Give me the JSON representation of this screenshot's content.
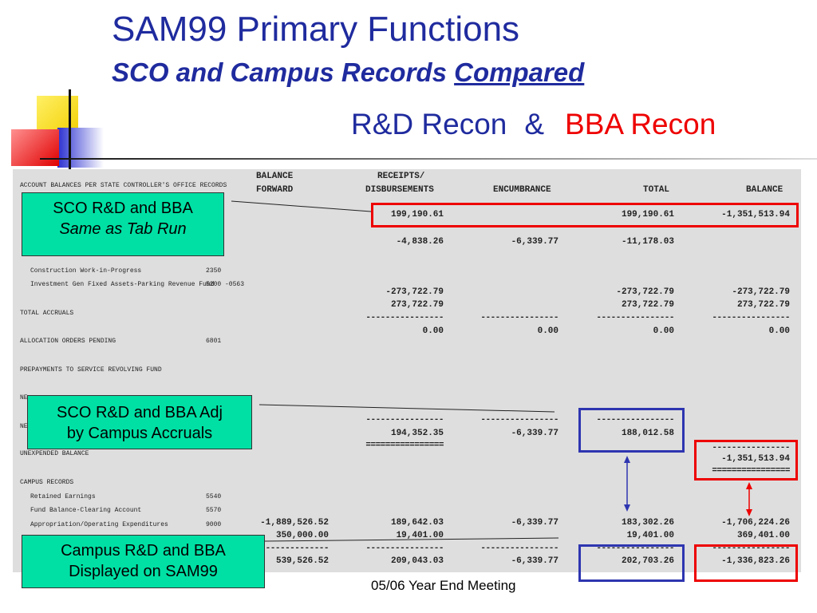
{
  "slide": {
    "title": "SAM99 Primary Functions",
    "subtitle_a": "SCO and Campus Records ",
    "subtitle_b": "Compared",
    "recon_rd": "R&D Recon",
    "recon_amp": "&",
    "recon_bba": "BBA Recon",
    "footer": "05/06 Year End Meeting"
  },
  "colors": {
    "title": "#1f2b9e",
    "accent_red": "#ee0000",
    "callout_bg": "#00e0a4",
    "report_bg": "#dedede"
  },
  "callouts": {
    "c1_line1": "SCO R&D and BBA",
    "c1_line2": "Same as Tab Run",
    "c2_line1": "SCO R&D and BBA Adj",
    "c2_line2": "by Campus Accruals",
    "c3_line1": "Campus R&D and BBA",
    "c3_line2": "Displayed on SAM99"
  },
  "report": {
    "headers": {
      "balance_forward_1": "BALANCE",
      "balance_forward_2": "FORWARD",
      "receipts_1": "RECEIPTS/",
      "receipts_2": "DISBURSEMENTS",
      "encumbrance": "ENCUMBRANCE",
      "total": "TOTAL",
      "balance": "BALANCE"
    },
    "labels": {
      "account_balances": "ACCOUNT BALANCES PER STATE CONTROLLER'S OFFICE RECORDS",
      "construction": "Construction Work-in-Progress",
      "construction_code": "2350",
      "investment": "Investment Gen Fixed Assets-Parking Revenue Fund",
      "investment_code": "5200 -0563",
      "total_accruals": "TOTAL ACCRUALS",
      "allocation": "ALLOCATION ORDERS PENDING",
      "allocation_code": "6801",
      "prepayments": "PREPAYMENTS TO SERVICE REVOLVING FUND",
      "ne_1": "NE",
      "ne_2": "NE",
      "unexpended": "UNEXPENDED BALANCE",
      "campus_records": "CAMPUS RECORDS",
      "retained": "Retained Earnings",
      "retained_code": "5540",
      "fund_balance": "Fund Balance-Clearing Account",
      "fund_balance_code": "5570",
      "appropriation": "Appropriation/Operating Expenditures",
      "appropriation_code": "9000"
    },
    "values": {
      "r1_receipts": "199,190.61",
      "r1_total": "199,190.61",
      "r1_balance": "-1,351,513.94",
      "r2_receipts": "-4,838.26",
      "r2_encumbrance": "-6,339.77",
      "r2_total": "-11,178.03",
      "r3_receipts": "-273,722.79",
      "r3_total": "-273,722.79",
      "r3_balance": "-273,722.79",
      "r4_receipts": "273,722.79",
      "r4_total": "273,722.79",
      "r4_balance": "273,722.79",
      "r5_receipts": "0.00",
      "r5_encumbrance": "0.00",
      "r5_total": "0.00",
      "r5_balance": "0.00",
      "r6_receipts": "194,352.35",
      "r6_encumbrance": "-6,339.77",
      "r6_total": "188,012.58",
      "r7_balance": "-1,351,513.94",
      "r8_forward": "-1,889,526.52",
      "r8_receipts": "189,642.03",
      "r8_encumbrance": "-6,339.77",
      "r8_total": "183,302.26",
      "r8_balance": "-1,706,224.26",
      "r9_forward": "350,000.00",
      "r9_receipts": "19,401.00",
      "r9_total": "19,401.00",
      "r9_balance": "369,401.00",
      "r10_forward": "539,526.52",
      "r10_receipts": "209,043.03",
      "r10_encumbrance": "-6,339.77",
      "r10_total": "202,703.26",
      "r10_balance": "-1,336,823.26",
      "dash": "----------------",
      "dash_dbl": "================"
    }
  }
}
